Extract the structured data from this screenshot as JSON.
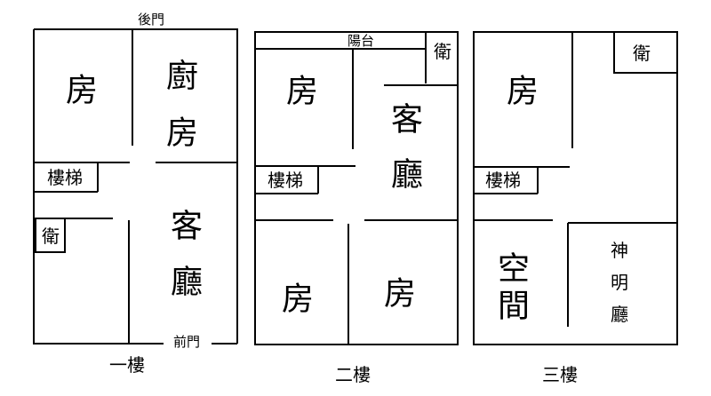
{
  "floors": [
    {
      "label": "一樓",
      "rooms": {
        "bedroom": "房",
        "kitchen_1": "廚",
        "kitchen_2": "房",
        "living_1": "客",
        "living_2": "廳",
        "stairs": "樓梯",
        "bath": "衛"
      },
      "back_door": "後門",
      "front_door": "前門"
    },
    {
      "label": "二樓",
      "rooms": {
        "bedroom_top": "房",
        "living_1": "客",
        "living_2": "廳",
        "bedroom_bottom_left": "房",
        "bedroom_bottom_right": "房",
        "stairs": "樓梯",
        "bath": "衛"
      },
      "balcony": "陽台"
    },
    {
      "label": "三樓",
      "rooms": {
        "bedroom": "房",
        "space_1": "空",
        "space_2": "間",
        "shrine_1": "神",
        "shrine_2": "明",
        "shrine_3": "廳",
        "stairs": "樓梯",
        "bath": "衛"
      }
    }
  ]
}
